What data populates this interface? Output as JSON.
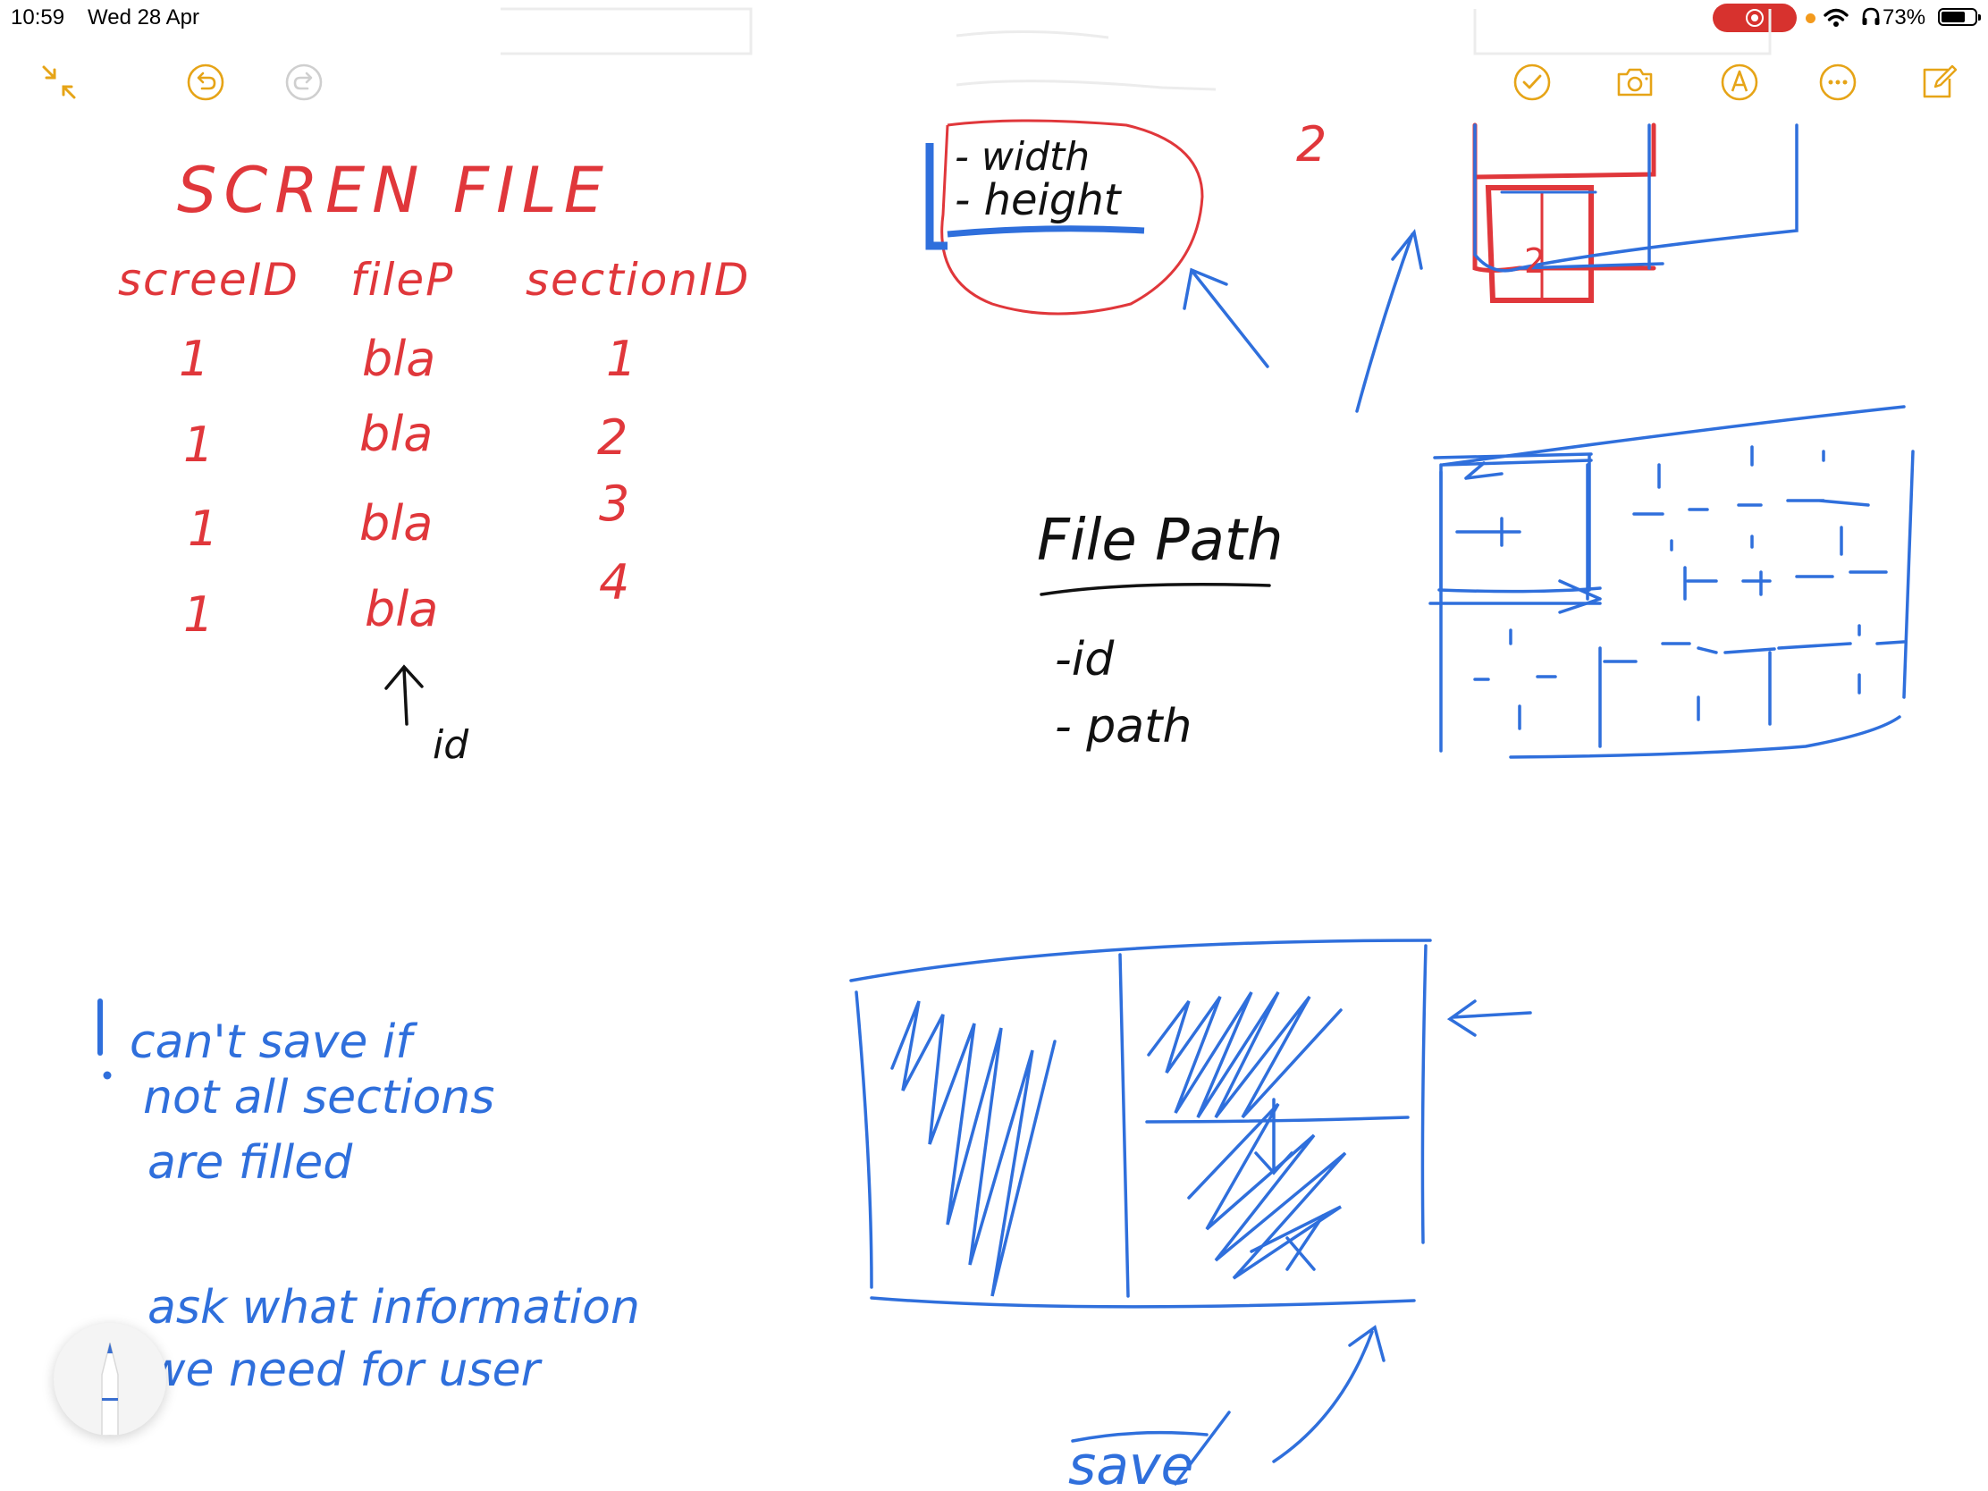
{
  "status_bar": {
    "time": "10:59",
    "date": "Wed 28 Apr",
    "battery": "73%",
    "battery_level": 0.73,
    "icons": [
      "screen-record-icon",
      "wifi-icon",
      "headphones-icon",
      "battery-icon"
    ]
  },
  "toolbar": {
    "left": [
      {
        "name": "collapse-icon",
        "label": "Collapse"
      },
      {
        "name": "undo-icon",
        "label": "Undo"
      },
      {
        "name": "redo-icon",
        "label": "Redo"
      }
    ],
    "right": [
      {
        "name": "checklist-icon",
        "label": "Checklist"
      },
      {
        "name": "camera-icon",
        "label": "Camera"
      },
      {
        "name": "markup-icon",
        "label": "Markup"
      },
      {
        "name": "more-icon",
        "label": "More"
      },
      {
        "name": "compose-icon",
        "label": "New note"
      }
    ],
    "accent": "#e6a417"
  },
  "note": {
    "colors": {
      "red": "#e0373b",
      "blue": "#2f6fdc",
      "black": "#111111"
    },
    "screen_file_title": "SCREN FILE",
    "table_headers": [
      "screeID",
      "fileP",
      "sectionID"
    ],
    "table_rows": [
      [
        "1",
        "bla",
        "1"
      ],
      [
        "1",
        "bla",
        "2"
      ],
      [
        "1",
        "bla",
        "3"
      ],
      [
        "1",
        "bla",
        "4"
      ]
    ],
    "id_pointer": "id",
    "section_fields": [
      "- width",
      "- height"
    ],
    "section_number": "2",
    "file_path_title": "File Path",
    "file_path_fields": [
      "-id",
      "- path"
    ],
    "note_1": [
      "can't save if",
      "not all sections",
      "are filled"
    ],
    "note_2": [
      "ask what information",
      "we need for user"
    ],
    "save_label": "save"
  },
  "pencil_tool": {
    "name": "apple-pencil-icon"
  }
}
